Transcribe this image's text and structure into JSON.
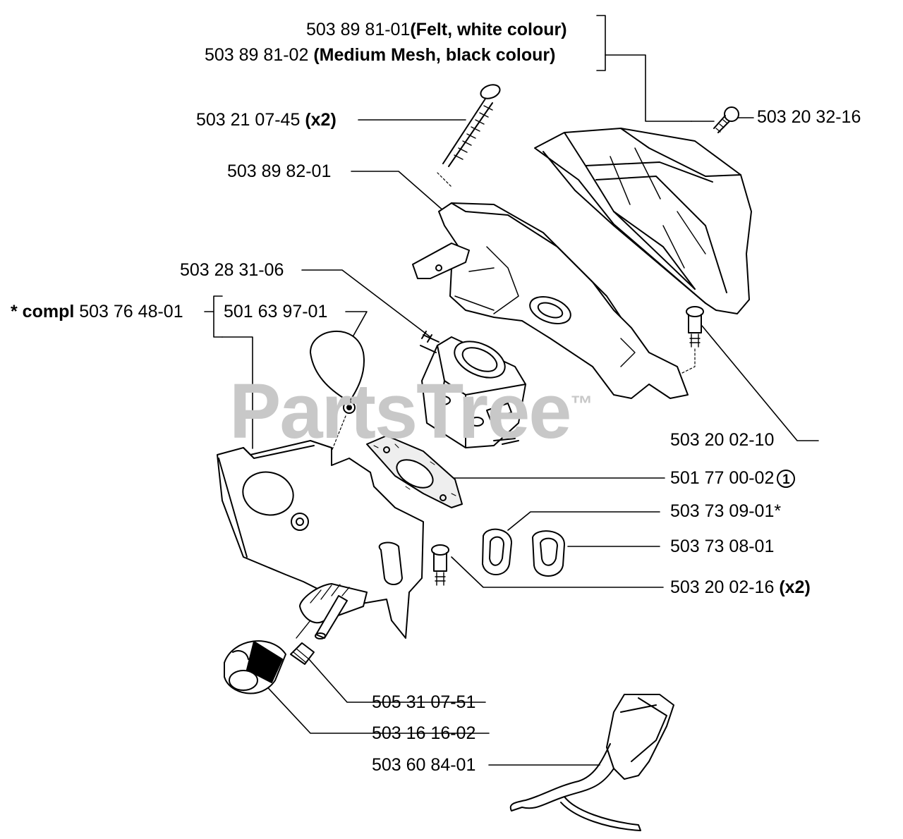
{
  "watermark": {
    "text": "PartsTree",
    "mark": "™"
  },
  "labels": {
    "air_filter_felt": {
      "part": "503 89 81-01",
      "note": "(Felt, white colour)"
    },
    "air_filter_mesh": {
      "part": "503 89 81-02",
      "note": "(Medium Mesh, black colour)"
    },
    "long_screw": {
      "part": "503 21 07-45",
      "qty": "(x2)"
    },
    "screw_top": {
      "part": "503 20 32-16"
    },
    "filter_holder": {
      "part": "503 89 82-01"
    },
    "carburetor": {
      "part": "503 28 31-06"
    },
    "compl_set": {
      "prefix": "* compl",
      "part": "503 76 48-01"
    },
    "bulb": {
      "part": "501 63 97-01"
    },
    "screw_mid": {
      "part": "503 20 02-10"
    },
    "gasket": {
      "part": "501 77 00-02",
      "ref": "1"
    },
    "grommet_a": {
      "part": "503 73 09-01*"
    },
    "grommet_b": {
      "part": "503 73 08-01"
    },
    "screw_low": {
      "part": "503 20 02-16",
      "qty": "(x2)"
    },
    "sleeve": {
      "part": "505 31 07-51"
    },
    "knob": {
      "part": "503 16 16-02"
    },
    "rod": {
      "part": "503 60 84-01"
    }
  }
}
